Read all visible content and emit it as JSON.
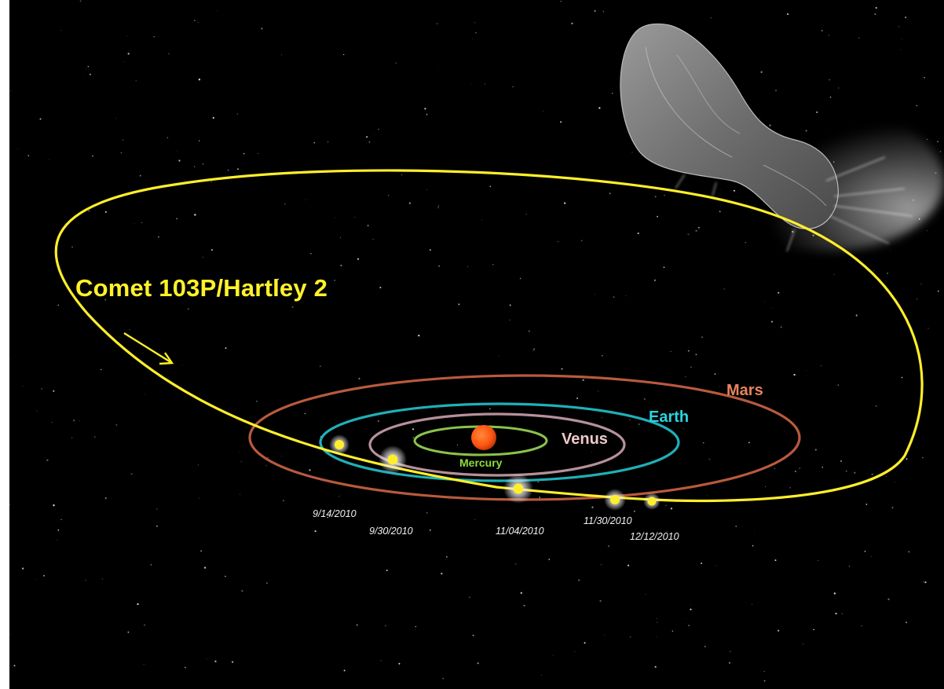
{
  "title": "Comet 103P/Hartley 2",
  "colors": {
    "comet_orbit": "#ffef2a",
    "mars": "#b85a3e",
    "earth": "#1fb0b8",
    "venus": "#b6919a",
    "mercury": "#8bc34a",
    "sun": "#ff5a1a",
    "mars_label": "#e8835c",
    "earth_label": "#28d4e0",
    "venus_label": "#f2c8cc",
    "mercury_label": "#8fdc3a",
    "title": "#fff22a"
  },
  "planets": [
    {
      "key": "mercury",
      "label": "Mercury"
    },
    {
      "key": "venus",
      "label": "Venus"
    },
    {
      "key": "earth",
      "label": "Earth"
    },
    {
      "key": "mars",
      "label": "Mars"
    }
  ],
  "comet_positions": [
    {
      "date": "9/14/2010"
    },
    {
      "date": "9/30/2010"
    },
    {
      "date": "11/04/2010"
    },
    {
      "date": "11/30/2010"
    },
    {
      "date": "12/12/2010"
    }
  ],
  "inset": {
    "subject": "nucleus of comet Hartley 2",
    "icon": "comet-nucleus-image"
  }
}
